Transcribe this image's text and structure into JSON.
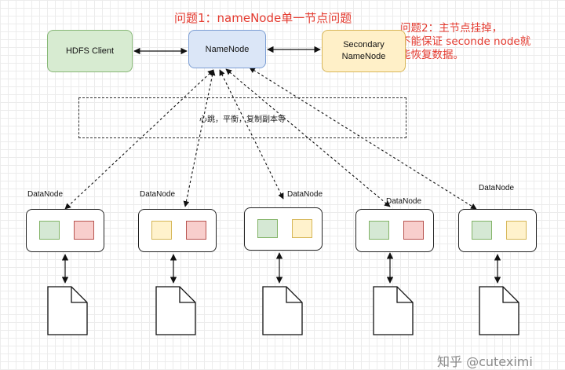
{
  "nodes": {
    "hdfs_client": "HDFS Client",
    "namenode": "NameNode",
    "secondary_namenode": "Secondary\nNameNode"
  },
  "issues": {
    "issue1": "问题1：nameNode单一节点问题",
    "issue2": "问题2：主节点挂掉，\n不能保证 seconde node就\n能恢复数据。"
  },
  "heartbeat_label": "心跳，平衡，复制副本等",
  "datanodes": [
    {
      "label": "DataNode",
      "blocks": [
        "green",
        "red"
      ]
    },
    {
      "label": "DataNode",
      "blocks": [
        "yellow",
        "red"
      ]
    },
    {
      "label": "DataNode",
      "blocks": [
        "green",
        "yellow"
      ]
    },
    {
      "label": "DataNode",
      "blocks": [
        "green",
        "red"
      ]
    },
    {
      "label": "DataNode",
      "blocks": [
        "green",
        "yellow"
      ]
    }
  ],
  "colors": {
    "green_block": "#d5e8d4",
    "red_block": "#f8cecc",
    "yellow_block": "#fff2cc",
    "annotation_red": "#e43a2f"
  },
  "watermark": "知乎 @cuteximi"
}
